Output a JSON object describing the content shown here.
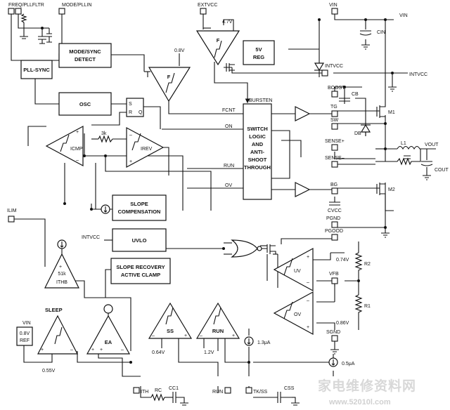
{
  "pins": {
    "freq": "FREQ/PLLFLTR",
    "mode": "MODE/PLLIN",
    "extvcc": "EXTVCC",
    "vin": "VIN",
    "intvcc": "INTVCC",
    "boost": "BOOST",
    "tg": "TG",
    "sw": "SW",
    "sense_p": "SENSE+",
    "sense_m": "SENSE–",
    "bg": "BG",
    "pgnd": "PGND",
    "pgood": "PGOOD",
    "vfb": "VFB",
    "sgnd": "SGND",
    "ilim": "ILIM",
    "ith": "ITH",
    "run": "RUN",
    "tkss": "TK/SS"
  },
  "blocks": {
    "pll": "PLL-SYNC",
    "mode_sync_1": "MODE/SYNC",
    "mode_sync_2": "DETECT",
    "osc": "OSC",
    "reg_1": "5V",
    "reg_2": "REG",
    "switch_logic": [
      "SWITCH",
      "LOGIC",
      "AND",
      "ANTI-",
      "SHOOT",
      "THROUGH"
    ],
    "slope_comp_1": "SLOPE",
    "slope_comp_2": "COMPENSATION",
    "uvlo": "UVLO",
    "slope_rec_1": "SLOPE RECOVERY",
    "slope_rec_2": "ACTIVE CLAMP",
    "ref_1": "0.8V",
    "ref_2": "REF"
  },
  "amps": {
    "icmp": "ICMP",
    "irev": "IREV",
    "f": "F",
    "uv": "UV",
    "ov": "OV",
    "ss": "SS",
    "run": "RUN",
    "ea": "EA",
    "sleep": "SLEEP"
  },
  "labels": {
    "v47": "4.7V",
    "v08_top": "0.8V",
    "bursten": "BURSTEN",
    "fcnt": "FCNT",
    "on": "ON",
    "run": "RUN",
    "ov": "OV",
    "r3k": "3k",
    "r51k": "51k",
    "ithb": "ITHB",
    "v074": "0.74V",
    "v086": "0.86V",
    "v055": "0.55V",
    "v064": "0.64V",
    "v12": "1.2V",
    "i13": "1.3μA",
    "i05": "0.5μA",
    "r2": "R2",
    "r1": "R1",
    "cin": "CIN",
    "cb": "CB",
    "db": "DB",
    "l1": "L1",
    "vout": "VOUT",
    "cout": "COUT",
    "cvcc": "CVCC",
    "m1": "M1",
    "m2": "M2",
    "rc": "RC",
    "cc1": "CC1",
    "css": "CSS",
    "vin_rail": "VIN",
    "intvcc_rail": "INTVCC",
    "intvcc_uvlo": "INTVCC",
    "sr_s": "S",
    "sr_r": "R",
    "sr_q": "Q",
    "plus": "+",
    "minus": "–"
  },
  "watermark": {
    "cn": "家电维修资料网",
    "url": "www.52010l.com"
  }
}
